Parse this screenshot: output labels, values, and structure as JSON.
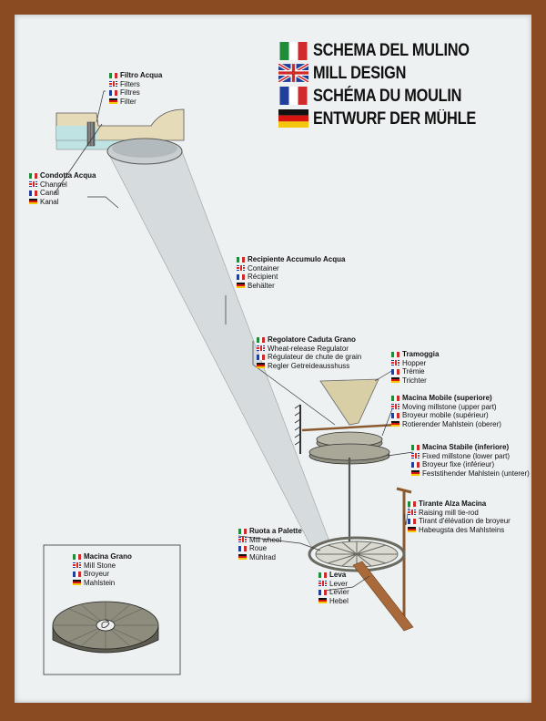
{
  "title": {
    "it": "SCHEMA DEL MULINO",
    "en": "MILL DESIGN",
    "fr": "SCHÉMA DU MOULIN",
    "de": "ENTWURF DER MÜHLE"
  },
  "labels": {
    "filter": [
      "Filtro Acqua",
      "Filters",
      "Filtres",
      "Filter"
    ],
    "channel": [
      "Condotta Acqua",
      "Channel",
      "Canal",
      "Kanal"
    ],
    "container": [
      "Recipiente Accumulo Acqua",
      "Container",
      "Récipient",
      "Behälter"
    ],
    "regulator": [
      "Regolatore Caduta Grano",
      "Wheat-release Regulator",
      "Régulateur de chute de grain",
      "Regler Getreideausshuss"
    ],
    "hopper": [
      "Tramoggia",
      "Hopper",
      "Trémie",
      "Trichter"
    ],
    "moving_stone": [
      "Macina Mobile (superiore)",
      "Moving millstone (upper part)",
      "Broyeur mobile (supérieur)",
      "Rotierender Mahlstein (oberer)"
    ],
    "fixed_stone": [
      "Macina Stabile (inferiore)",
      "Fixed millstone (lower part)",
      "Broyeur fixe (inférieur)",
      "Feststihender Mahlstein (unterer)"
    ],
    "tie_rod": [
      "Tirante Alza Macina",
      "Raising mill tie-rod",
      "Tirant d'élévation de broyeur",
      "Habeugsta des Mahlsteins"
    ],
    "wheel": [
      "Ruota a Palette",
      "Mill wheel",
      "Roue",
      "Mühlrad"
    ],
    "lever": [
      "Leva",
      "Lever",
      "Levier",
      "Hebel"
    ],
    "millstone": [
      "Macina Grano",
      "Mill Stone",
      "Broyeur",
      "Mahlstein"
    ]
  },
  "colors": {
    "frame": "#8a4a22",
    "board": "#eef1f2",
    "ink": "#111111",
    "wood": "#a86a3a",
    "stone": "#8f8d80",
    "hopper": "#d8cfa6",
    "water": "#bfe3e3"
  }
}
